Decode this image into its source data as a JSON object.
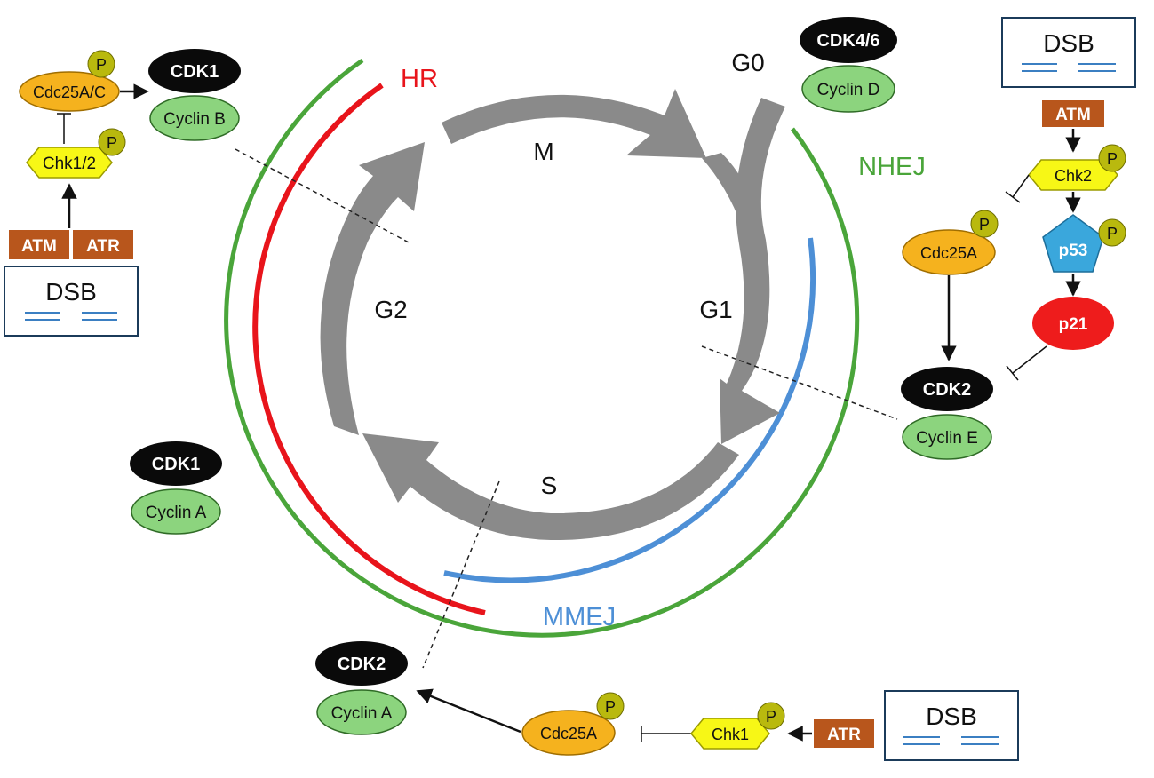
{
  "colors": {
    "arrow_gray": "#8a8a8a",
    "hr_red": "#e8141b",
    "nhej_green": "#4aa53a",
    "mmej_blue": "#4d8fd6",
    "cdk_black": "#0a0a0a",
    "cyclin_green": "#8cd47e",
    "cdc25_orange": "#f5b21e",
    "chk_yellow": "#f7f716",
    "p_olive": "#b9b90e",
    "kinase_brown": "#b8561c",
    "p53_blue": "#3aa7dc",
    "p21_red": "#ee1c1c",
    "dsb_lines": "#3b7fc2"
  },
  "phases": {
    "m": "M",
    "g0": "G0",
    "g1": "G1",
    "s": "S",
    "g2": "G2"
  },
  "pathways": {
    "hr": "HR",
    "nhej": "NHEJ",
    "mmej": "MMEJ"
  },
  "top_left": {
    "cdc25": "Cdc25A/C",
    "chk": "Chk1/2",
    "atm": "ATM",
    "atr": "ATR",
    "cdk": "CDK1",
    "cyclin": "Cyclin B",
    "dsb": "DSB",
    "p": "P"
  },
  "top_right": {
    "cdk": "CDK4/6",
    "cyclin": "Cyclin D"
  },
  "right": {
    "dsb": "DSB",
    "atm": "ATM",
    "chk": "Chk2",
    "p53": "p53",
    "p21": "p21",
    "cdc25": "Cdc25A",
    "cdk": "CDK2",
    "cyclin": "Cyclin E",
    "p": "P"
  },
  "left_mid": {
    "cdk": "CDK1",
    "cyclin": "Cyclin A"
  },
  "bottom": {
    "cdk": "CDK2",
    "cyclin": "Cyclin A",
    "cdc25": "Cdc25A",
    "chk": "Chk1",
    "atr": "ATR",
    "dsb": "DSB",
    "p": "P"
  }
}
